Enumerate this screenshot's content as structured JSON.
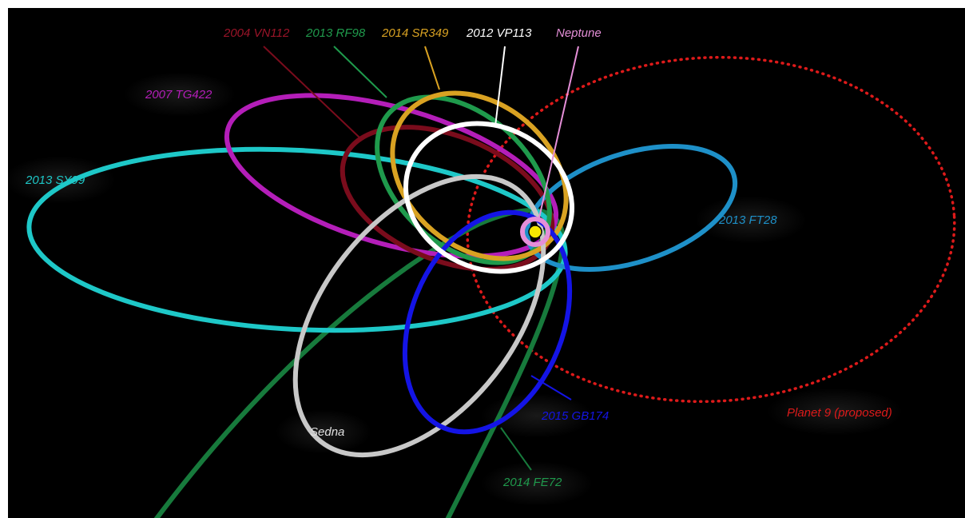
{
  "colors": {
    "background": "#000000",
    "sun": "#f5e600",
    "neptune": "#e58fd8",
    "sy99": "#1ec8c8",
    "tg422": "#b41eb9",
    "vn112": "#7a0c1c",
    "rf98": "#1f9a4c",
    "sr349": "#d9a222",
    "vp113": "#ffffff",
    "ft28": "#1e90c8",
    "gb174": "#1414e6",
    "sedna": "#c8c8c8",
    "fe72": "#177a3c",
    "planet9": "#dd1a1a"
  },
  "labels": {
    "sy99": "2013 SY99",
    "tg422": "2007 TG422",
    "vn112": "2004 VN112",
    "rf98": "2013 RF98",
    "sr349": "2014 SR349",
    "vp113": "2012 VP113",
    "neptune": "Neptune",
    "ft28": "2013 FT28",
    "gb174": "2015 GB174",
    "sedna": "Sedna",
    "fe72": "2014 FE72",
    "planet9": "Planet 9 (proposed)"
  },
  "bodies": {
    "sun": "sun",
    "neptune_orbit": "neptune-orbit",
    "planet9": "proposed"
  }
}
